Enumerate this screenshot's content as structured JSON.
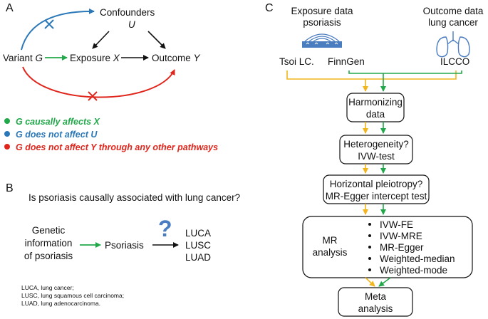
{
  "colors": {
    "green": "#22a84a",
    "blue": "#2b78b8",
    "red": "#e0261c",
    "yellow": "#f2b51c",
    "icon_blue": "#4a7cc0",
    "black": "#111111"
  },
  "panel_a": {
    "letter": "A",
    "confounders": "Confounders",
    "confounders_symbol": "U",
    "variant": "Variant ",
    "variant_symbol": "G",
    "exposure": "Exposure ",
    "exposure_symbol": "X",
    "outcome": "Outcome ",
    "outcome_symbol": "Y",
    "assumptions": [
      {
        "text": "G causally affects X",
        "color": "#22a84a"
      },
      {
        "text": "G does not affect U",
        "color": "#2b78b8"
      },
      {
        "text": "G does not affect Y through any other pathways",
        "color": "#e0261c"
      }
    ]
  },
  "panel_b": {
    "letter": "B",
    "question": "Is psoriasis causally associated with lung cancer?",
    "genetic_lines": [
      "Genetic",
      "information",
      "of psoriasis"
    ],
    "psoriasis": "Psoriasis",
    "qmark": "?",
    "outcomes": [
      "LUCA",
      "LUSC",
      "LUAD"
    ],
    "footnotes": [
      "LUCA, lung cancer;",
      "LUSC, lung squamous cell carcinoma;",
      "LUAD, lung adenocarcinoma."
    ]
  },
  "panel_c": {
    "letter": "C",
    "exposure_title": [
      "Exposure data",
      "psoriasis"
    ],
    "outcome_title": [
      "Outcome data",
      "lung cancer"
    ],
    "sources": [
      "Tsoi LC.",
      "FinnGen",
      "ILCCO"
    ],
    "harmonizing": [
      "Harmonizing",
      "data"
    ],
    "heterogeneity": [
      "Heterogeneity?",
      "IVW-test"
    ],
    "pleiotropy": [
      "Horizontal pleiotropy?",
      "MR-Egger intercept test"
    ],
    "mr_analysis": [
      "MR",
      "analysis"
    ],
    "methods": [
      "IVW-FE",
      "IVW-MRE",
      "MR-Egger",
      "Weighted-median",
      "Weighted-mode"
    ],
    "meta": [
      "Meta",
      "analysis"
    ]
  }
}
